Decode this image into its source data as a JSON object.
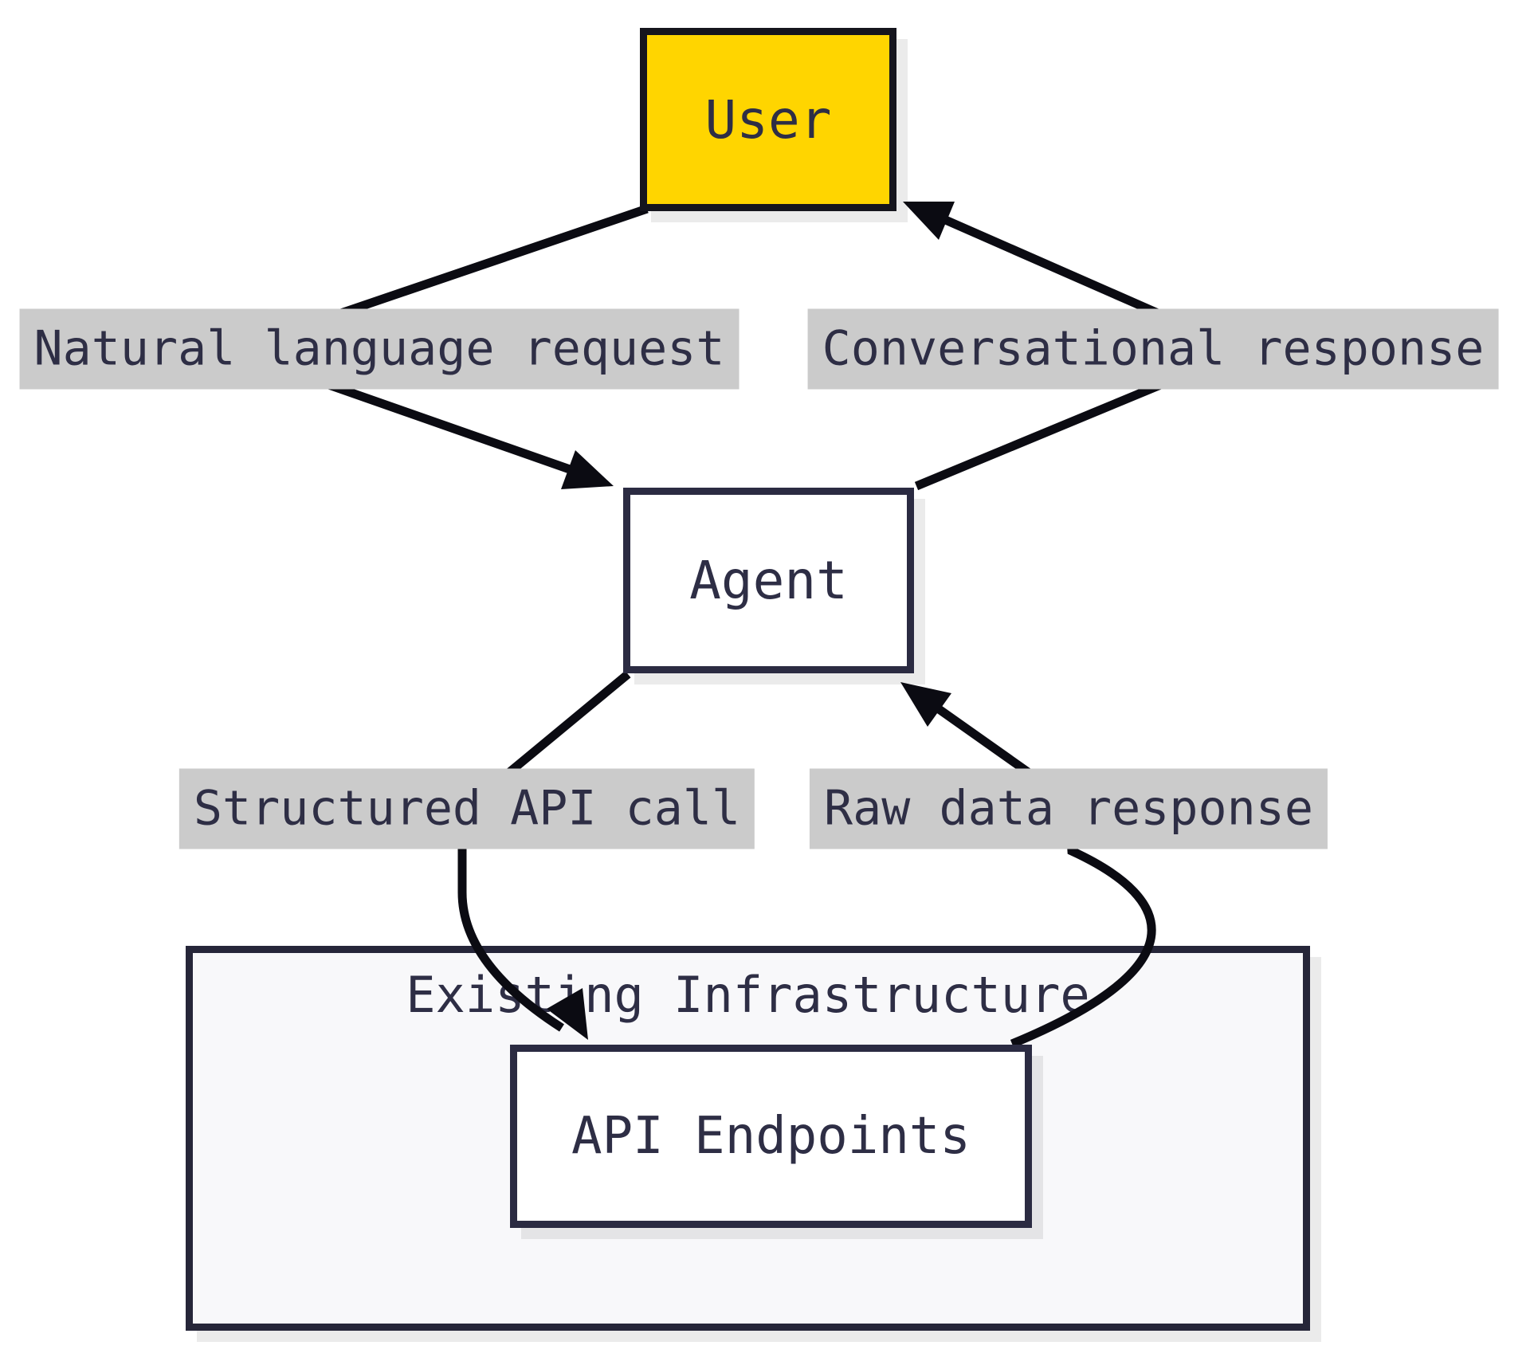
{
  "diagram": {
    "type": "flowchart",
    "nodes": {
      "user": {
        "label": "User"
      },
      "agent": {
        "label": "Agent"
      },
      "infrastructure": {
        "label": "Existing Infrastructure"
      },
      "api": {
        "label": "API Endpoints"
      }
    },
    "edges": [
      {
        "from": "User",
        "to": "Agent",
        "label": "Natural language request"
      },
      {
        "from": "Agent",
        "to": "User",
        "label": "Conversational response"
      },
      {
        "from": "Agent",
        "to": "API Endpoints",
        "label": "Structured API call"
      },
      {
        "from": "API Endpoints",
        "to": "Agent",
        "label": "Raw data response"
      }
    ],
    "colors": {
      "user_fill": "#ffd500",
      "user_border": "#15151d",
      "node_border": "#2b2b42",
      "node_fill": "#ffffff",
      "container_fill": "#f8f8fa",
      "container_border": "#262639",
      "edge_stroke": "#0b0b12",
      "edge_label_bg": "#cbcbcb",
      "text": "#2e2e45",
      "page_bg": "#ffffff"
    }
  }
}
